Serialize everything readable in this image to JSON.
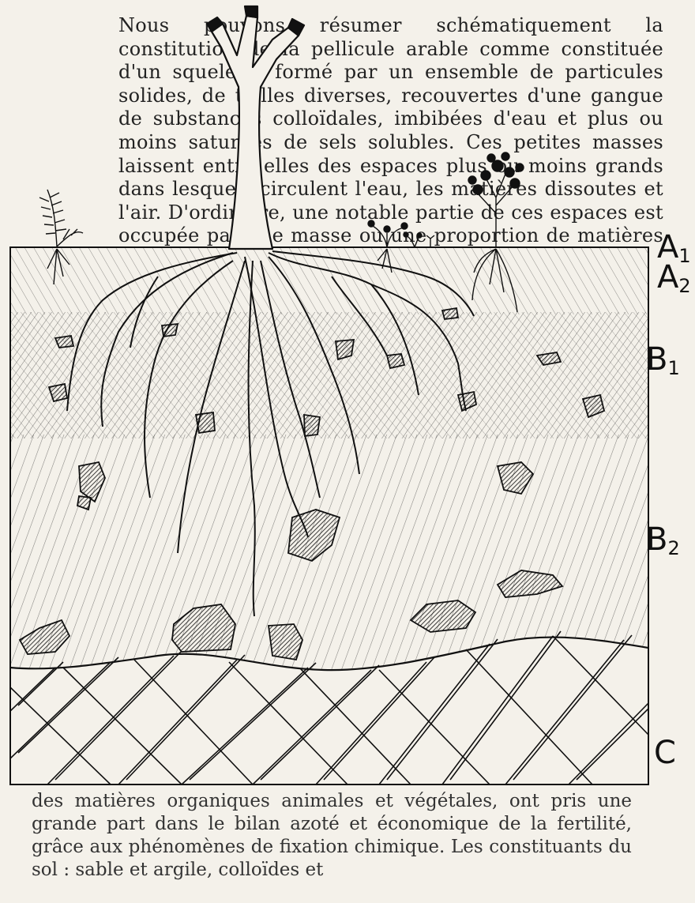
{
  "text": {
    "paragraph": "Nous pouvons résumer schématiquement la constitution de la pellicule arable comme constituée d'un squelette formé par un ensemble de particules solides, de tailles diverses, recouvertes d'une gangue de substances colloïdales, imbibées d'eau et plus ou moins saturées de sels solubles. Ces petites masses laissent entre elles des espaces plus ou moins grands dans lesquels circulent l'eau, les matières dissoutes et l'air. D'ordinaire, une notable partie de ces espaces est occupée par une masse ou une proportion de matières organiques."
  },
  "bottom_text": {
    "paragraph": "des matières organiques animales et végétales, ont pris une grande part dans le bilan azoté et économique de la fertilité, grâce aux phénomènes de fixation chimique. Les constituants du sol : sable et argile, colloïdes et"
  },
  "horizons": [
    {
      "main": "A",
      "sub": "1"
    },
    {
      "main": "A",
      "sub": "2"
    },
    {
      "main": "B",
      "sub": "1"
    },
    {
      "main": "B",
      "sub": "2"
    },
    {
      "main": "C",
      "sub": ""
    }
  ],
  "colors": {
    "ink": "#1a1a1a",
    "paper": "#f4f1ea",
    "bleed": "#bcbab4"
  }
}
